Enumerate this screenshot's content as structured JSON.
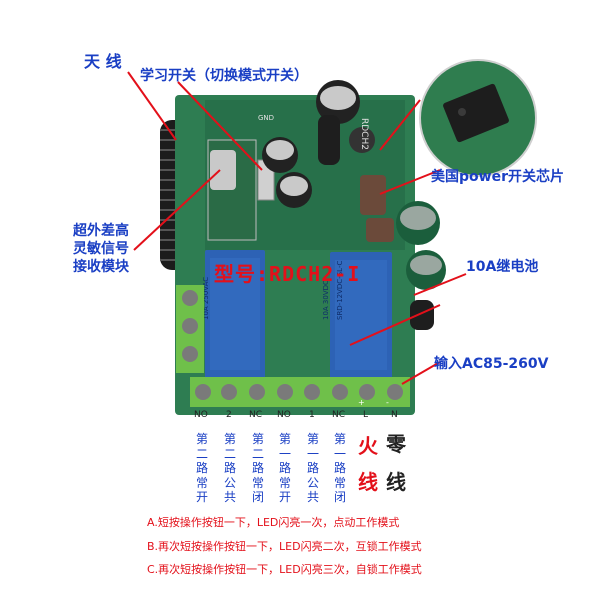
{
  "callouts": {
    "antenna": "天 线",
    "learn_switch": "学习开关（切换模式开关）",
    "chip": "美国power开关芯片",
    "receiver": [
      "超外差高",
      "灵敏信号",
      "接收模块"
    ],
    "relay": "10A继电池",
    "input": "输入AC85-260V"
  },
  "board": {
    "model": "型号:RDCH2-I",
    "pcb_code": "RDCH2",
    "gnd_mark": "GND",
    "relay_text": [
      "10A 250VAC",
      "10A 30VDC",
      "SRD-12VDC-SL-C"
    ],
    "terminal_labels": [
      "NO",
      "2",
      "NC",
      "NO",
      "1",
      "NC",
      "L",
      "N"
    ],
    "terminal_signs": [
      "+",
      "-"
    ]
  },
  "channels": [
    [
      "第",
      "二",
      "路",
      "常",
      "开"
    ],
    [
      "第",
      "二",
      "路",
      "公",
      "共"
    ],
    [
      "第",
      "二",
      "路",
      "常",
      "闭"
    ],
    [
      "第",
      "一",
      "路",
      "常",
      "开"
    ],
    [
      "第",
      "一",
      "路",
      "公",
      "共"
    ],
    [
      "第",
      "一",
      "路",
      "常",
      "闭"
    ]
  ],
  "power_labels": {
    "live": [
      "火",
      "线"
    ],
    "neutral": [
      "零",
      "线"
    ]
  },
  "notes": [
    "A.短按操作按钮一下，LED闪亮一次，点动工作模式",
    "B.再次短按操作按钮一下，LED闪亮二次，互锁工作模式",
    "C.再次短按操作按钮一下，LED闪亮三次，自锁工作模式"
  ],
  "colors": {
    "callout_text": "#1a3fc4",
    "accent_red": "#e3101a",
    "pcb_green": "#2e7d52",
    "relay_blue": "#2d62b5",
    "terminal_green": "#6fc04a"
  }
}
